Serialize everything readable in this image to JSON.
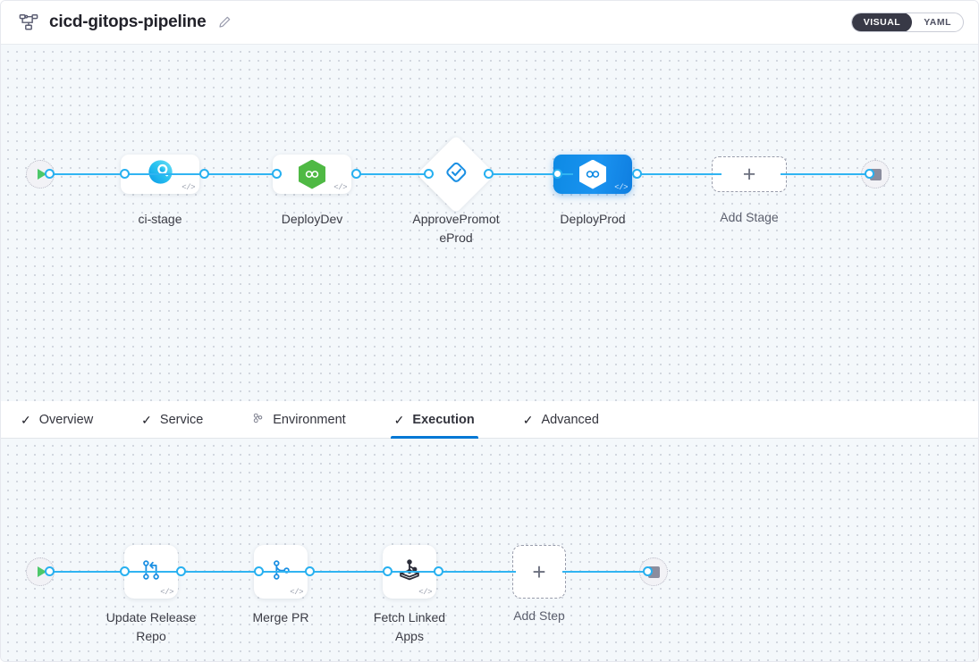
{
  "header": {
    "pipeline_icon": "pipeline-flow-icon",
    "title": "cicd-gitops-pipeline",
    "edit_icon": "pencil-edit-icon",
    "view_toggle": {
      "visual_label": "VISUAL",
      "yaml_label": "YAML",
      "active": "VISUAL"
    }
  },
  "colors": {
    "accent_blue": "#0278d5",
    "link_blue": "#30b4f2",
    "selected_node": "#0d8ae4",
    "cd_green": "#4fb944",
    "ci_cyan": "#28c6f5",
    "canvas_bg": "#f4f8fb",
    "toggle_dark": "#383946"
  },
  "stage_graph": {
    "start_node": {
      "name": "pipeline-start",
      "icon": "play-icon"
    },
    "end_node": {
      "name": "pipeline-end",
      "icon": "stop-icon"
    },
    "stages": [
      {
        "label": "ci-stage",
        "type": "ci",
        "icon": "harness-ci-icon",
        "selected": false,
        "shape": "rounded-rect"
      },
      {
        "label": "DeployDev",
        "type": "cd",
        "icon": "harness-cd-hexagon-icon",
        "selected": false,
        "shape": "rounded-rect"
      },
      {
        "label": "ApprovePromotePro",
        "label_line1": "ApprovePromot",
        "label_line2": "eProd",
        "type": "approval",
        "icon": "approval-diamond-icon",
        "selected": false,
        "shape": "diamond"
      },
      {
        "label": "DeployProd",
        "type": "cd",
        "icon": "harness-cd-hexagon-icon",
        "selected": true,
        "shape": "rounded-rect"
      }
    ],
    "add_stage": {
      "label": "Add Stage",
      "icon": "plus-icon"
    }
  },
  "tabs": [
    {
      "label": "Overview",
      "icon": "check-icon",
      "active": false
    },
    {
      "label": "Service",
      "icon": "check-icon",
      "active": false
    },
    {
      "label": "Environment",
      "icon": "infrastructure-cluster-icon",
      "active": false
    },
    {
      "label": "Execution",
      "icon": "check-icon",
      "active": true
    },
    {
      "label": "Advanced",
      "icon": "check-icon",
      "active": false
    }
  ],
  "step_graph": {
    "start_node": {
      "name": "execution-start",
      "icon": "play-icon"
    },
    "end_node": {
      "name": "execution-end",
      "icon": "stop-icon"
    },
    "steps": [
      {
        "label_line1": "Update Release",
        "label_line2": "Repo",
        "icon": "git-update-branch-icon"
      },
      {
        "label_line1": "Merge PR",
        "label_line2": "",
        "icon": "git-branch-merge-icon"
      },
      {
        "label_line1": "Fetch Linked",
        "label_line2": "Apps",
        "icon": "argo-fetch-apps-icon"
      }
    ],
    "add_step": {
      "label": "Add Step",
      "icon": "plus-icon"
    }
  }
}
